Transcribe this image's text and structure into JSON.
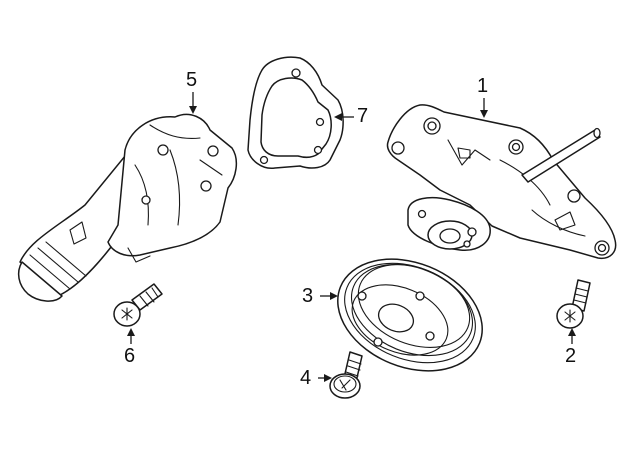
{
  "diagram": {
    "callouts": [
      {
        "id": "1",
        "label": "1"
      },
      {
        "id": "2",
        "label": "2"
      },
      {
        "id": "3",
        "label": "3"
      },
      {
        "id": "4",
        "label": "4"
      },
      {
        "id": "5",
        "label": "5"
      },
      {
        "id": "6",
        "label": "6"
      },
      {
        "id": "7",
        "label": "7"
      }
    ],
    "parts": [
      {
        "callout": "1",
        "icon": "water-pump-icon"
      },
      {
        "callout": "2",
        "icon": "bolt-icon"
      },
      {
        "callout": "3",
        "icon": "pulley-icon"
      },
      {
        "callout": "4",
        "icon": "bolt-icon"
      },
      {
        "callout": "5",
        "icon": "thermostat-housing-icon"
      },
      {
        "callout": "6",
        "icon": "bolt-icon"
      },
      {
        "callout": "7",
        "icon": "gasket-icon"
      }
    ]
  }
}
